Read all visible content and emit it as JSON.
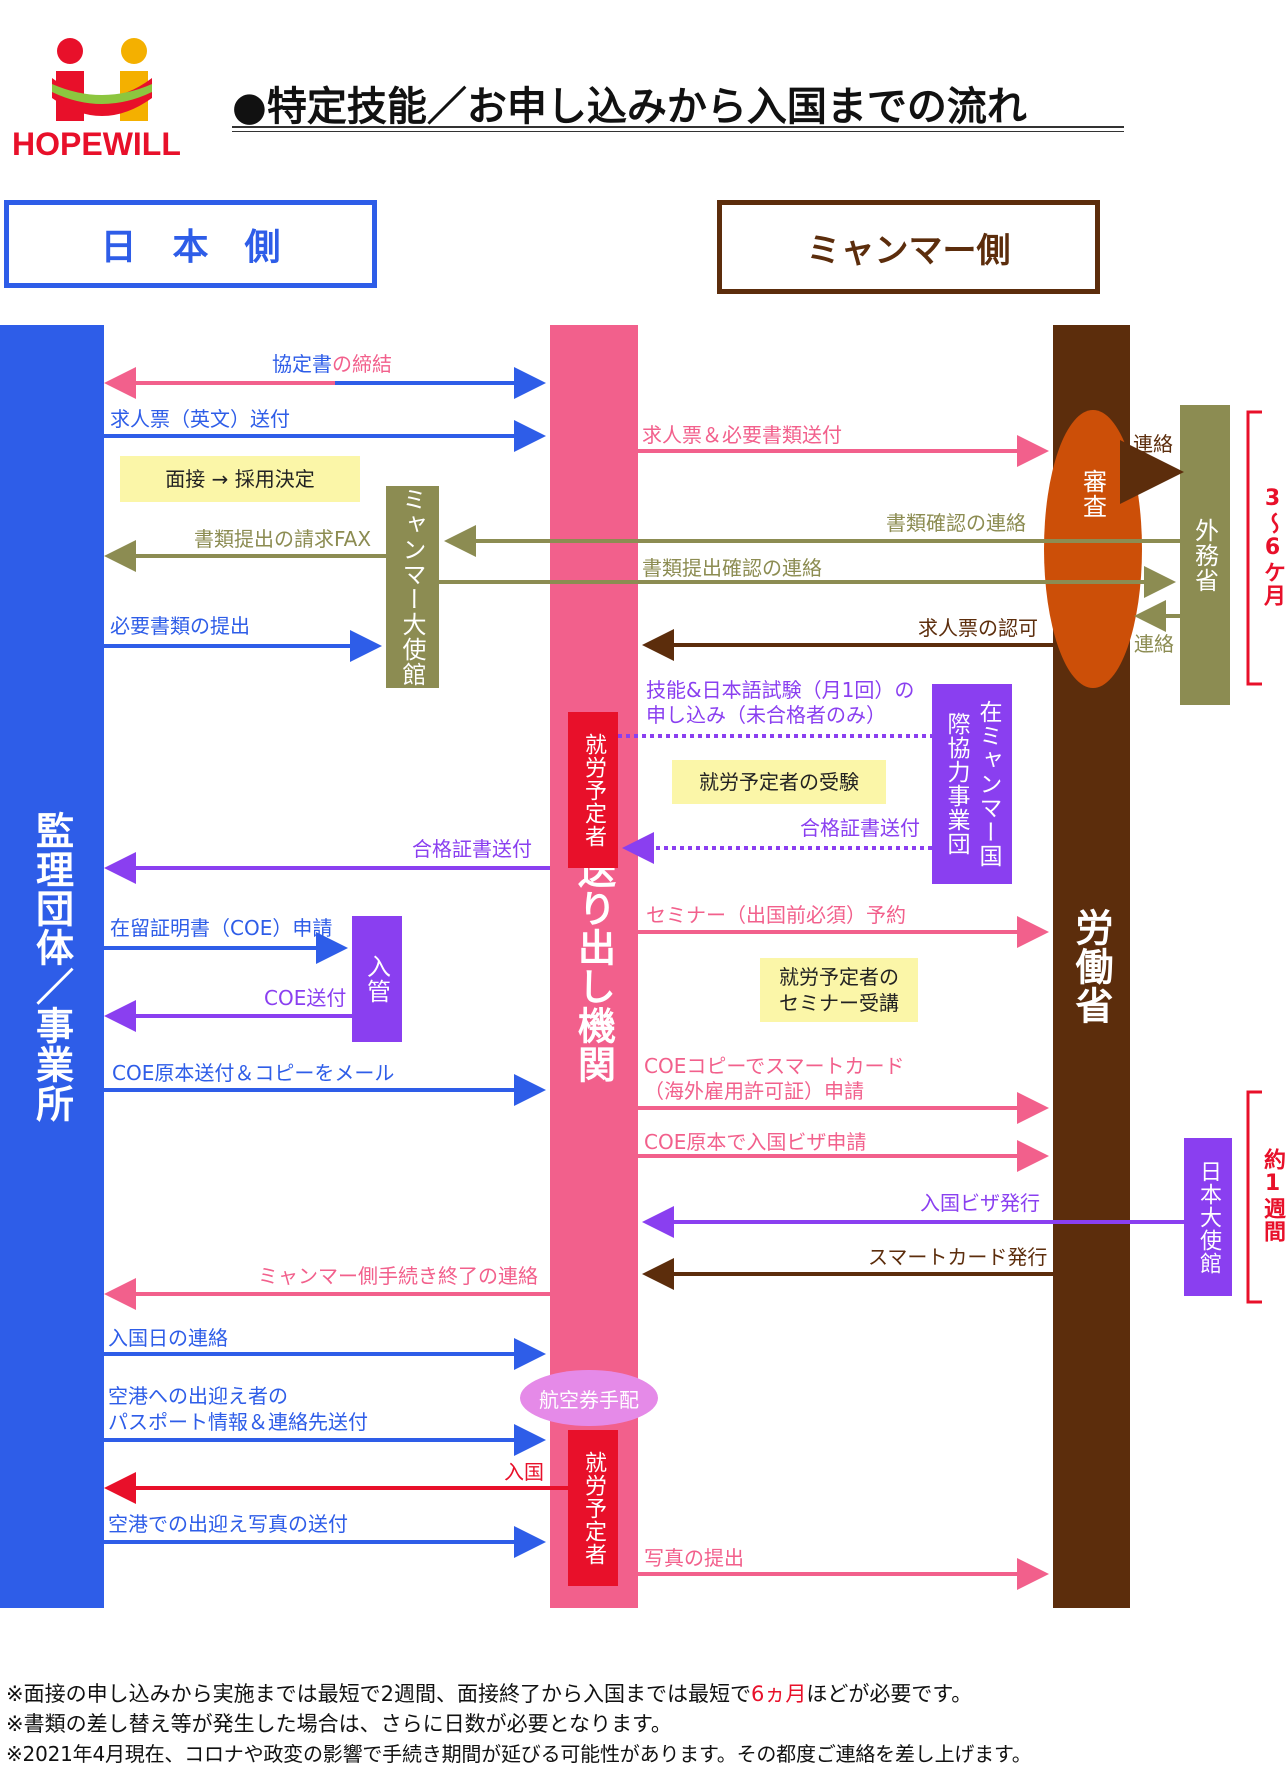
{
  "logo": {
    "text": "HOPEWILL"
  },
  "title": "●特定技能／お申し込みから入国までの流れ",
  "headers": {
    "japan": "日　本　側",
    "myanmar": "ミャンマー側"
  },
  "columns": {
    "left": "監理団体／事業所",
    "middle": "送り出し機関",
    "right": "労働省"
  },
  "boxes": {
    "embassy_mm": "ミャンマー大使館",
    "jica": "在ミャンマー国際協力事業団",
    "immigration": "入管",
    "foreign_ministry": "外務省",
    "jp_embassy": "日本大使館",
    "worker1": "就労予定者",
    "worker2": "就労予定者",
    "review": "審査",
    "ticket": "航空券手配"
  },
  "notes": {
    "interview": "面接 → 採用決定",
    "exam": "就労予定者の受験",
    "seminar": "就労予定者の\nセミナー受講"
  },
  "durations": {
    "months": "3〜6ケ月",
    "week": "約1週間"
  },
  "messages": {
    "m_agreement_a": "協定書",
    "m_agreement_b": "の締結",
    "m_job_order": "求人票（英文）送付",
    "m_job_docs": "求人票＆必要書類送付",
    "m_contact1": "連絡",
    "m_fax": "書類提出の請求FAX",
    "m_doc_confirm": "書類確認の連絡",
    "m_doc_submit_confirm": "書類提出確認の連絡",
    "m_submit_docs": "必要書類の提出",
    "m_job_approval": "求人票の認可",
    "m_contact2": "連絡",
    "m_exam_apply": "技能&日本語試験（月1回）の\n申し込み（未合格者のみ）",
    "m_cert_send": "合格証書送付",
    "m_cert_forward": "合格証書送付",
    "m_seminar_book": "セミナー（出国前必須）予約",
    "m_coe_apply": "在留証明書（COE）申請",
    "m_coe_send": "COE送付",
    "m_coe_original": "COE原本送付＆コピーをメール",
    "m_smartcard_apply": "COEコピーでスマートカード\n（海外雇用許可証）申請",
    "m_visa_apply": "COE原本で入国ビザ申請",
    "m_visa_issue": "入国ビザ発行",
    "m_smartcard_issue": "スマートカード発行",
    "m_mm_done": "ミャンマー側手続き終了の連絡",
    "m_entry_date": "入国日の連絡",
    "m_pickup_info": "空港への出迎え者の\nパスポート情報＆連絡先送付",
    "m_entry": "入国",
    "m_photo_airport": "空港での出迎え写真の送付",
    "m_photo_submit": "写真の提出"
  },
  "footer": {
    "line1_a": "※面接の申し込みから実施までは最短で2週間、面接終了から入国までは最短で",
    "line1_b": "6ヵ月",
    "line1_c": "ほどが必要です。",
    "line2": "※書類の差し替え等が発生した場合は、さらに日数が必要となります。",
    "line3": "※2021年4月現在、コロナや政変の影響で手続き期間が延びる可能性があります。その都度ご連絡を差し上げます。"
  },
  "colors": {
    "blue": "#2e5de8",
    "pink": "#f2608c",
    "brown": "#5c2d0c",
    "olive": "#8c8c52",
    "purple": "#8a3ff0",
    "red": "#e8102a",
    "orange": "#cc4f08",
    "lavender": "#e58ae8",
    "note_yellow": "#fbf6a8"
  }
}
